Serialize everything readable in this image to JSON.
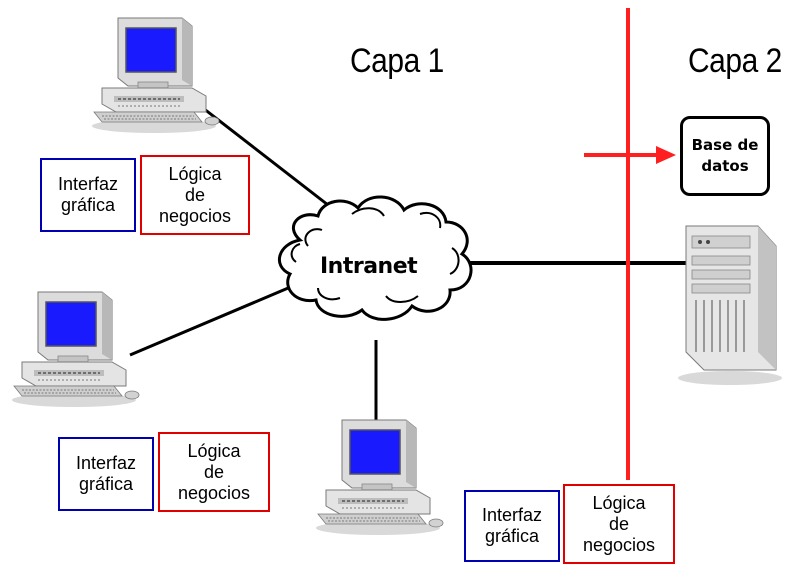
{
  "tiers": {
    "left_title": "Capa 1",
    "right_title": "Capa 2"
  },
  "network": {
    "label": "Intranet"
  },
  "database": {
    "line1": "Base de",
    "line2": "datos"
  },
  "clients": [
    {
      "interface_line1": "Interfaz",
      "interface_line2": "gráfica",
      "logic_line1": "Lógica",
      "logic_line2": "de",
      "logic_line3": "negocios"
    },
    {
      "interface_line1": "Interfaz",
      "interface_line2": "gráfica",
      "logic_line1": "Lógica",
      "logic_line2": "de",
      "logic_line3": "negocios"
    },
    {
      "interface_line1": "Interfaz",
      "interface_line2": "gráfica",
      "logic_line1": "Lógica",
      "logic_line2": "de",
      "logic_line3": "negocios"
    }
  ],
  "colors": {
    "interface_border": "#0000b3",
    "logic_border": "#e00000",
    "boundary_line": "#ff1f1f",
    "screen": "#1a1aff"
  },
  "icons": [
    "desktop-computer-icon",
    "server-tower-icon",
    "cloud-icon",
    "arrow-right-icon"
  ]
}
